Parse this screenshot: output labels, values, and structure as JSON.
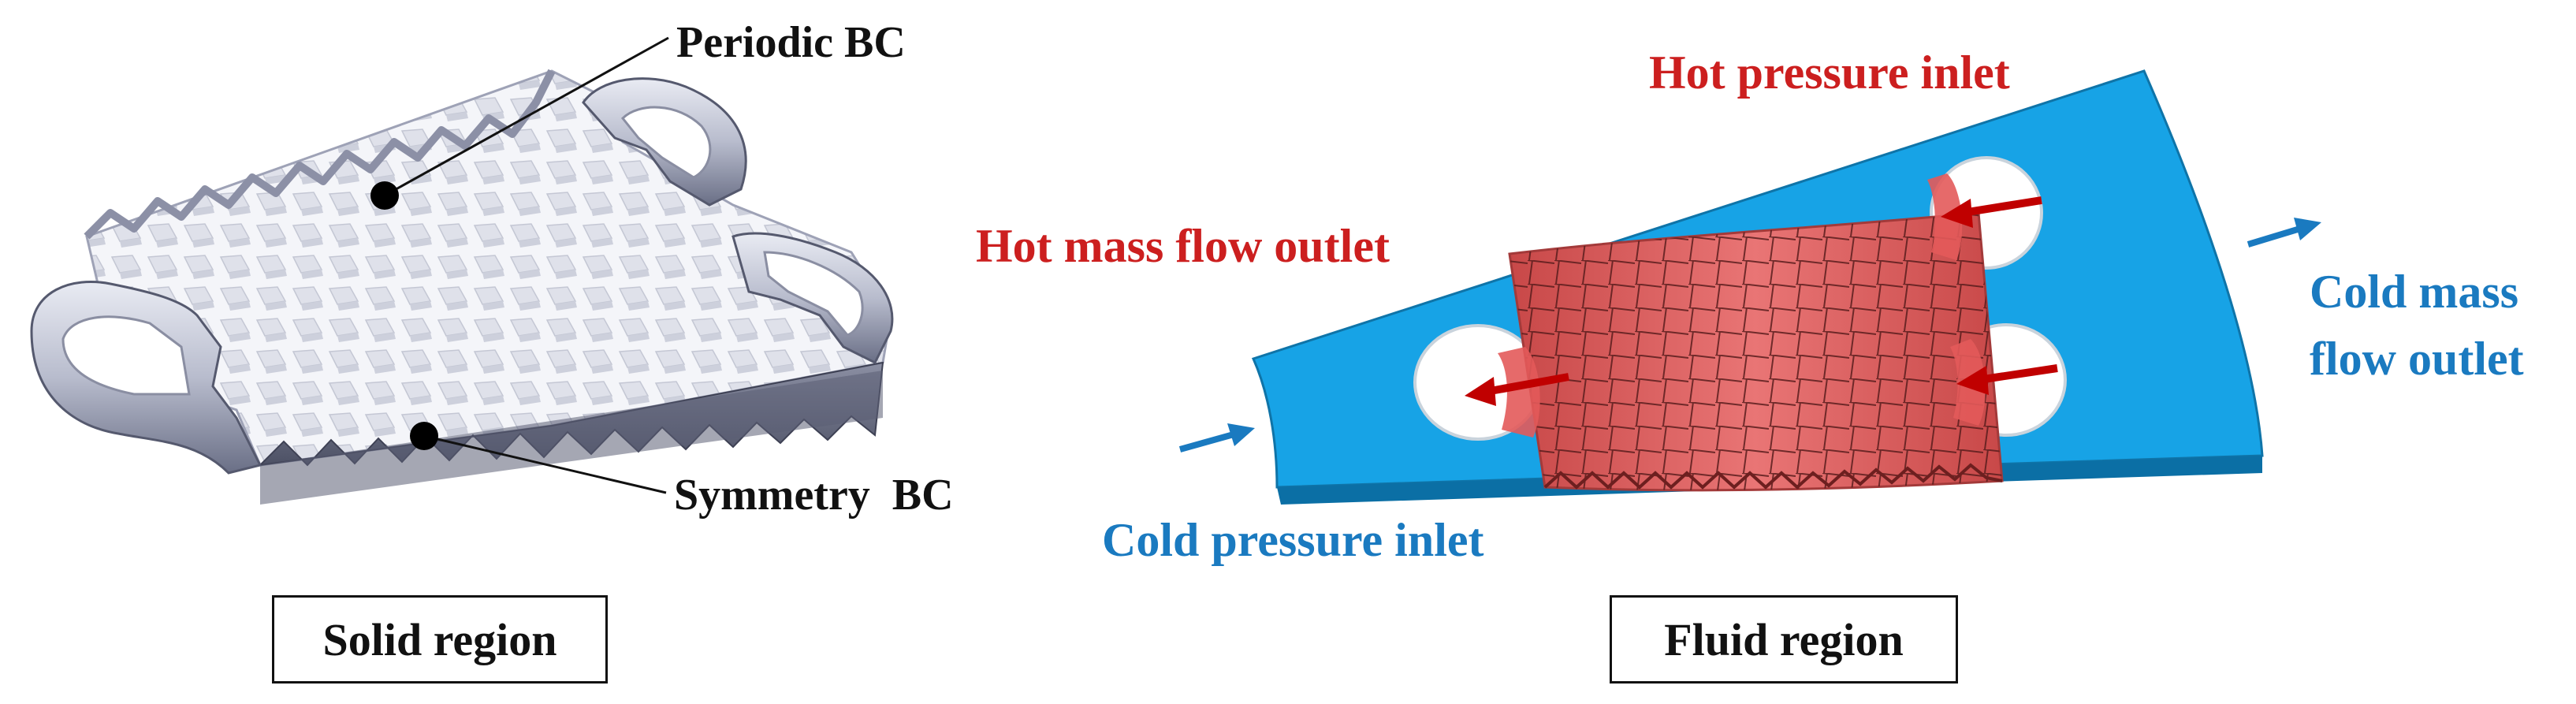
{
  "colors": {
    "solid_metal": "#b8bccd",
    "solid_face": "#f2f3f7",
    "fluid_blue": "#17a3e6",
    "fluid_red": "#e06060",
    "hot_arrow": "#c00000",
    "cold_arrow": "#1a7ac0",
    "hot_text": "#cc1f1f",
    "cold_text": "#1a7ac0"
  },
  "solid": {
    "periodic_label": "Periodic BC",
    "symmetry_label": "Symmetry  BC",
    "box_label": "Solid region"
  },
  "fluid": {
    "hot_inlet_label": "Hot pressure inlet",
    "hot_outlet_label": "Hot mass flow outlet",
    "cold_outlet_label_line1": "Cold mass",
    "cold_outlet_label_line2": "flow outlet",
    "cold_inlet_label": "Cold pressure inlet",
    "box_label": "Fluid region"
  }
}
